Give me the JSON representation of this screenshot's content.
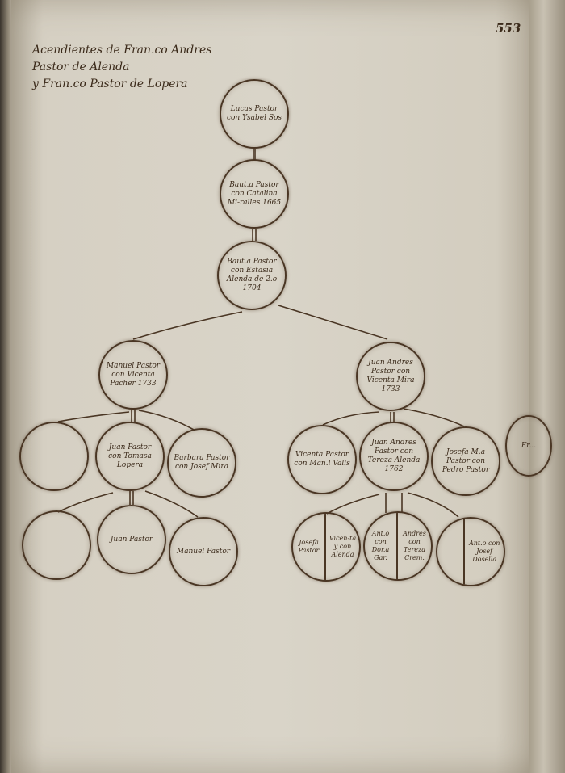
{
  "folio": "553",
  "heading": {
    "line1": "Acendientes de Fran.co Andres",
    "line2": "Pastor de Alenda",
    "line3": "y Fran.co Pastor de Lopera"
  },
  "nodes": {
    "lucas": "Lucas Pastor con Ysabel Sos",
    "bautista1": "Baut.a Pastor con Catalina Mi-ralles 1665",
    "bautista2": "Baut.a Pastor con Estasia Alenda de 2.o 1704",
    "manuel_sr": "Manuel Pastor con Vicenta Pacher 1733",
    "juan_andres": "Juan Andres Pastor con Vicenta Mira 1733",
    "empty1": "",
    "juan_pastor": "Juan Pastor con Tomasa Lopera",
    "barbara": "Barbara Pastor con Josef Mira",
    "vicenta": "Vicenta Pastor con Man.l Valls",
    "juan_andres2": "Juan Andres Pastor con Tereza Alenda 1762",
    "josefa_m": "Josefa M.a Pastor con Pedro Pastor",
    "partial_right": "Fr...",
    "empty2": "",
    "juan_pastor2": "Juan Pastor",
    "manuel_jr": "Manuel Pastor",
    "josefa_left": "Josefa Pastor",
    "josefa_right": "Vicen-ta y con Alenda",
    "andres_left": "Ant.o con Dor.a Gar.",
    "andres_right": "Andres con Tereza Crem.",
    "antonio_left": "",
    "antonio_right": "Ant.o con Josef Dosella"
  }
}
